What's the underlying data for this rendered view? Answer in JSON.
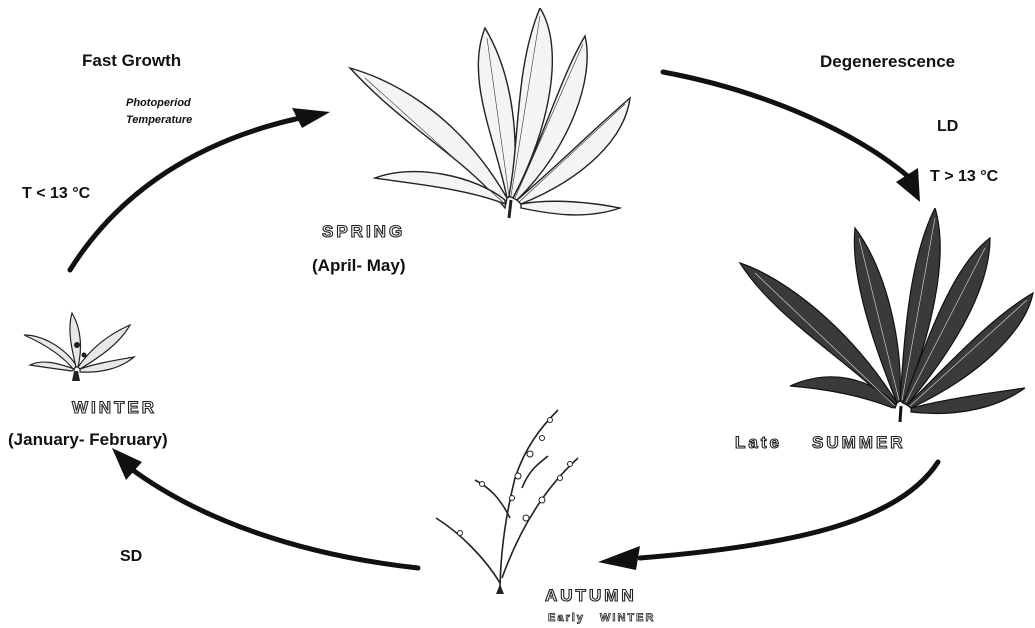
{
  "labels": {
    "fast_growth": "Fast  Growth",
    "photoperiod": "Photoperiod",
    "temperature": "Temperature",
    "t_low": "T < 13 °C",
    "spring": "SPRING",
    "spring_months": "(April-   May)",
    "degenerescence": "Degenerescence",
    "ld": "LD",
    "t_high": "T > 13 °C",
    "late_summer_prefix": "Late",
    "late_summer": "SUMMER",
    "winter": "WINTER",
    "winter_months": "(January-    February)",
    "sd": "SD",
    "autumn": "AUTUMN",
    "early_winter_prefix": "Early",
    "early_winter": "WINTER"
  },
  "icons": {
    "spring_plant": "large-leaved-plant-icon",
    "summer_plant": "frayed-leaved-plant-icon",
    "autumn_plant": "bare-branched-plant-icon",
    "winter_plant": "small-sprouting-plant-icon"
  }
}
